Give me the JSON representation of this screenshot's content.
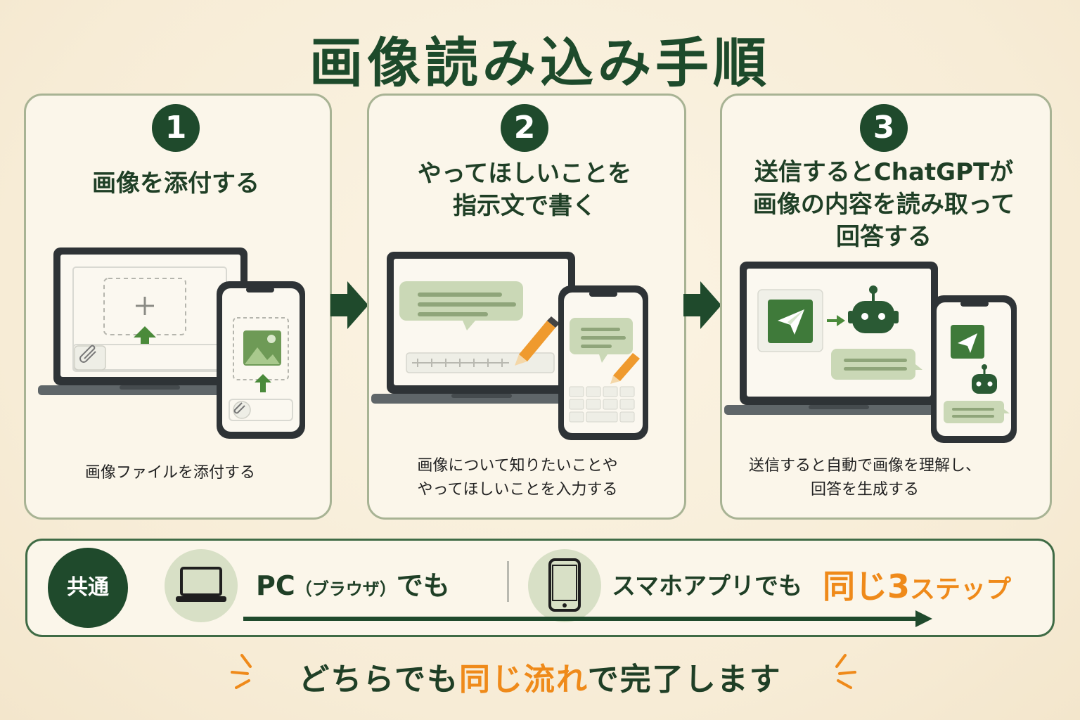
{
  "title": "画像読み込み手順",
  "steps": [
    {
      "number": "1",
      "title_lines": [
        "画像を添付する"
      ],
      "desc_lines": [
        "画像ファイルを添付する"
      ]
    },
    {
      "number": "2",
      "title_lines": [
        "やってほしいことを",
        "指示文で書く"
      ],
      "desc_lines": [
        "画像について知りたいことや",
        "やってほしいことを入力する"
      ]
    },
    {
      "number": "3",
      "title_lines": [
        "送信するとChatGPTが",
        "画像の内容を読み取って",
        "回答する"
      ],
      "desc_lines": [
        "送信すると自動で画像を理解し、",
        "回答を生成する"
      ]
    }
  ],
  "common": {
    "badge": "共通",
    "pc_main": "PC",
    "pc_paren": "（ブラウザ）",
    "pc_suffix": "でも",
    "sp_text": "スマホアプリでも",
    "same_big": "同じ3",
    "same_small": "ステップ"
  },
  "bottom": {
    "part1": "どちらでも",
    "part2": "同じ流れ",
    "part3": "で完了します"
  },
  "colors": {
    "dark_green": "#1f4a2c",
    "light_green": "#d8e0c6",
    "accent_green": "#4a8a3a",
    "orange": "#ef8a1a",
    "card_border": "#a8b394"
  },
  "icons": [
    "paperclip-icon",
    "plus-icon",
    "upload-arrow-icon",
    "image-icon",
    "pencil-icon",
    "send-icon",
    "robot-icon",
    "laptop-icon",
    "smartphone-icon"
  ]
}
